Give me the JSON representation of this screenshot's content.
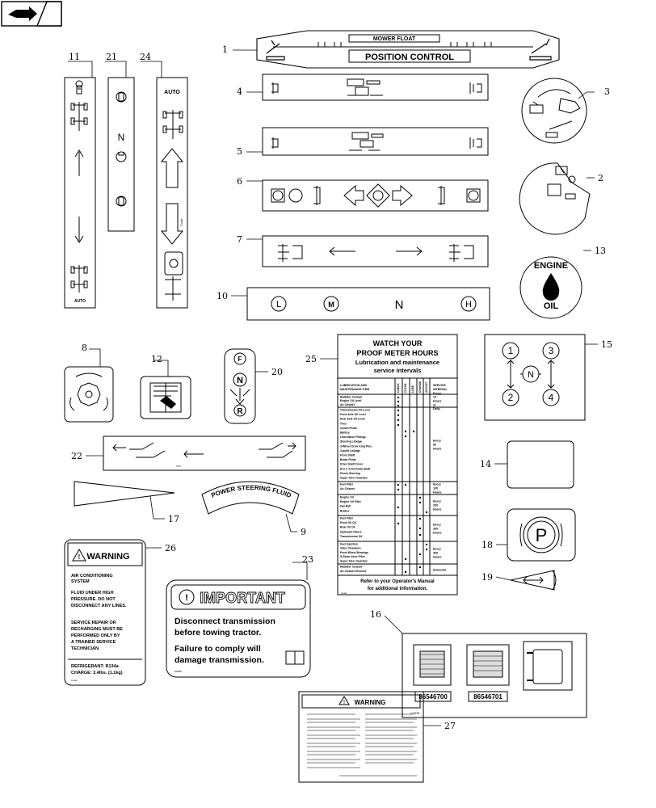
{
  "callouts": {
    "c1": "1",
    "c2": "2",
    "c3": "3",
    "c4": "4",
    "c5": "5",
    "c6": "6",
    "c7": "7",
    "c8": "8",
    "c9": "9",
    "c10": "10",
    "c11": "11",
    "c12": "12",
    "c13": "13",
    "c14": "14",
    "c15": "15",
    "c16": "16",
    "c17": "17",
    "c18": "18",
    "c19": "19",
    "c20": "20",
    "c21": "21",
    "c22": "22",
    "c23": "23",
    "c24": "24",
    "c25": "25",
    "c26": "26",
    "c27": "27"
  },
  "decal1": {
    "top": "MOWER FLOAT",
    "bottom": "POSITION CONTROL"
  },
  "decal10": {
    "l": "L",
    "m": "M",
    "n": "N",
    "h": "H"
  },
  "decal13": {
    "top": "ENGINE",
    "bottom": "OIL"
  },
  "decal15": {
    "n1": "1",
    "n2": "2",
    "n3": "3",
    "n4": "4",
    "center": "N"
  },
  "decal18": {
    "p": "P"
  },
  "decal20": {
    "f": "F",
    "n": "N",
    "r": "R"
  },
  "decal21": {
    "n": "N"
  },
  "decal24": {
    "auto": "AUTO",
    "code": "Code"
  },
  "decal11": {
    "auto": "AUTO"
  },
  "decal22": {
    "code": "XXX"
  },
  "decal9": {
    "text": "POWER STEERING FLUID"
  },
  "decal25": {
    "title1": "WATCH YOUR",
    "title2": "PROOF METER HOURS",
    "subtitle1": "Lubrication and maintenance",
    "subtitle2": "service intervals",
    "head_left": "LUBRICATION AND MAINTENANCE ITEM",
    "cols": [
      "CHECK",
      "CLEAN",
      "LUBE",
      "CHANGE",
      "ADJUST"
    ],
    "head_right": "SERVICE INTERVAL",
    "groups": [
      {
        "items": [
          "Radiator Coolant",
          "Engine Oil Level",
          "Air Cleaner"
        ],
        "interval": "Every 10 Hours or Daily"
      },
      {
        "items": [
          "Transmission Oil Level",
          "Front Axle Oil Level",
          "Rear Axle Oil Level",
          "Tires",
          "Clutch Pedal",
          "Battery",
          "Lubrication Fittings",
          "Steering Linkage",
          "3-Wheel Drive King Pins",
          "3-point Linkage",
          "Front Shaft",
          "Brake Pedal",
          "Drive Shaft Cover",
          "R.O.T. Foot Pedal Shaft",
          "Power Steering",
          "Super Steer Gearbox"
        ],
        "interval": "Every 50 Hours"
      },
      {
        "items": [
          "Fuel Filter",
          "Air Cleaner"
        ],
        "interval": "Every 100 Hours"
      },
      {
        "items": [
          "Engine Oil",
          "Engine Oil Filter",
          "Fan Belt",
          "Brakes"
        ],
        "interval": "Every 200 Hours"
      },
      {
        "items": [
          "Fuel Filter",
          "Front Oil Oil",
          "Rear Oil Oil",
          "Hydraulic Filters",
          "Transmission Oil"
        ],
        "interval": "Every 300 Hours"
      },
      {
        "items": [
          "Fuel Injectors",
          "Valve Clearance",
          "Front Wheel Bearings",
          "S-Rotor Inner Filter",
          "Super Steer Gearbox"
        ],
        "interval": "Every 400 Hours"
      },
      {
        "items": [
          "Radiator Coolant",
          "Air Cleaner Element"
        ],
        "interval": "Seasonal"
      }
    ],
    "footer1": "Refer to your Operator's Manual",
    "footer2": "for additional information.",
    "code": "Code"
  },
  "decal26": {
    "header": "WARNING",
    "l1": "AIR CONDITIONING",
    "l2": "SYSTEM",
    "l3": "FLUID UNDER HIGH",
    "l4": "PRESSURE. DO NOT",
    "l5": "DISCONNECT ANY LINES.",
    "l6": "SERVICE REPAIR OR",
    "l7": "RECHARGING MUST BE",
    "l8": "PERFORMED ONLY BY",
    "l9": "A TRAINED SERVICE",
    "l10": "TECHNICIAN.",
    "refrig": "REFRIGERANT:  R134a",
    "charge": "CHARGE:  2.4lbs. (1.1kg)",
    "code": "Code"
  },
  "decal23": {
    "header": "IMPORTANT",
    "l1": "Disconnect transmission",
    "l2": "before towing tractor.",
    "l3": "Failure to comply will",
    "l4": "damage transmission.",
    "code": "code"
  },
  "decal16": {
    "p1": "86546700",
    "p2": "86546701",
    "code": "CODE"
  },
  "decal27": {
    "header": "WARNING"
  }
}
